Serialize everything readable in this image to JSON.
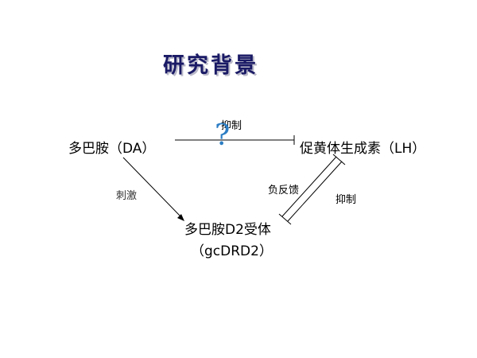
{
  "slide": {
    "title": "研究背景"
  },
  "diagram": {
    "nodes": {
      "dopamine": "多巴胺（DA）",
      "lh": "促黄体生成素（LH）",
      "receptor": "多巴胺D2受体",
      "receptor_gene": "（gcDRD2）"
    },
    "edges": {
      "da_to_lh": "抑制",
      "da_to_receptor": "刺激",
      "lh_to_receptor": "负反馈",
      "receptor_to_lh": "抑制"
    },
    "uncertain_marker": "?",
    "colors": {
      "title": "#1a1a66",
      "question_mark": "#2d7ec4",
      "lines": "#000000"
    }
  }
}
